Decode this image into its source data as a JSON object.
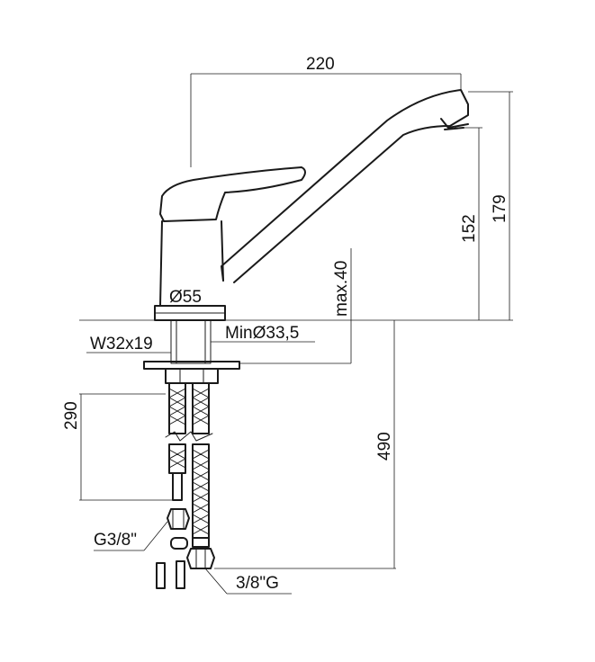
{
  "dimensions": {
    "width_total": "220",
    "height_spout": "152",
    "height_total": "179",
    "max_thickness": "max.40",
    "body_diameter": "Ø55",
    "min_hole": "MinØ33,5",
    "shank": "W32x19",
    "hose_length_short": "290",
    "hose_length_long": "490",
    "thread_inlet": "G3/8\"",
    "thread_outlet": "3/8\"G"
  },
  "colors": {
    "line": "#1a1a1a",
    "background": "#ffffff"
  }
}
